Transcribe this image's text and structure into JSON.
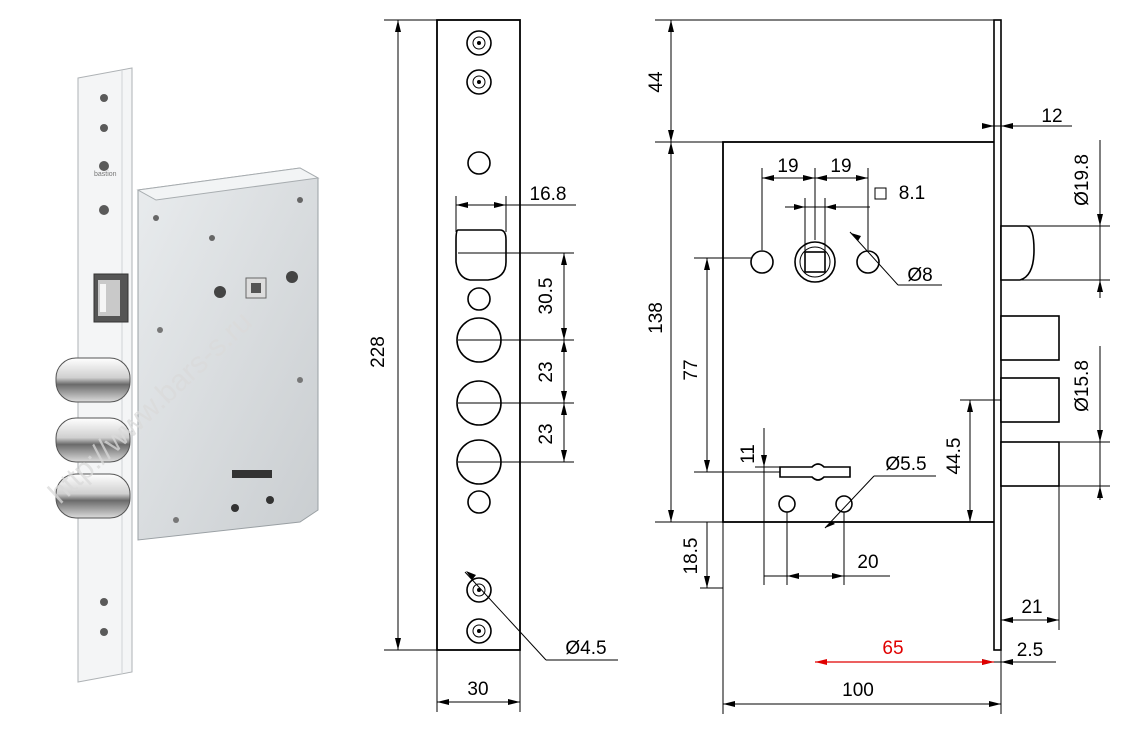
{
  "colors": {
    "line": "#000000",
    "highlight": "#e00000",
    "plate": "#d8d8d8"
  },
  "watermark": "http://www.bars-s.ru",
  "brand_mark": "bastion",
  "front_plate": {
    "height": "228",
    "width": "30",
    "latch": "16.8",
    "spacing_1": "30.5",
    "spacing_2": "23",
    "spacing_3": "23",
    "screw_hole": "Ø4.5"
  },
  "side_view": {
    "top_offset": "44",
    "body_height": "138",
    "cyl_height": "77",
    "bottom_offset": "18.5",
    "spindle_left": "19",
    "spindle_right": "19",
    "spindle_square": "8.1",
    "spindle_hole": "Ø8",
    "key_slot": "11",
    "lower_hole": "Ø5.5",
    "hole_distance": "20",
    "plate_offset": "12",
    "latch_dia": "Ø19.8",
    "bolt_dia": "Ø15.8",
    "bolt_pitch": "44.5",
    "bolt_projection": "21",
    "plate_thickness": "2.5",
    "backset": "65",
    "body_width": "100"
  }
}
